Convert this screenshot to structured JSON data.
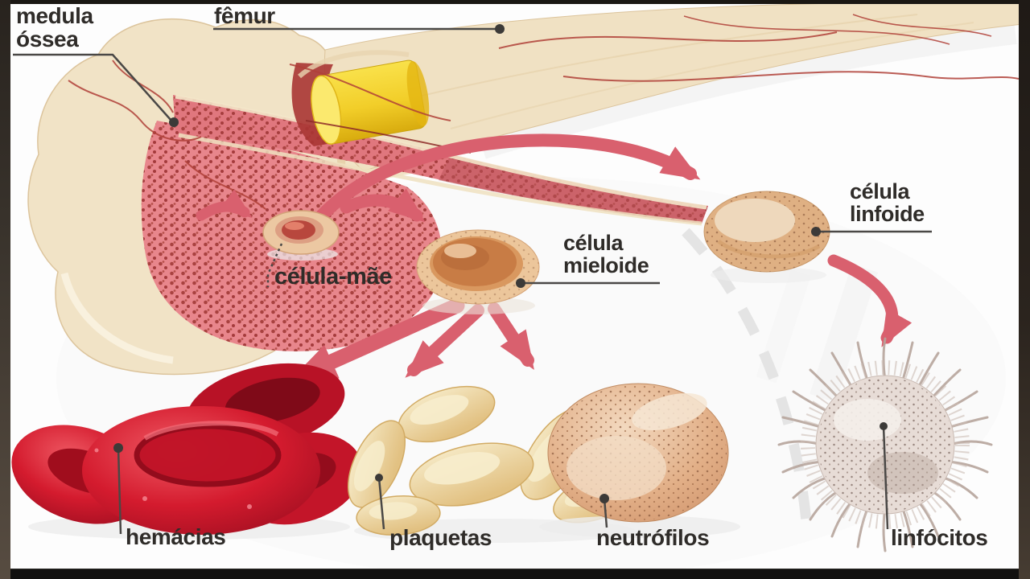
{
  "illustration": {
    "subject": "diagrama de hematopoiese na medula óssea do fêmur",
    "parts": [
      "femur-bone",
      "red-bone-marrow",
      "yellow-marrow-cylinder",
      "blood-vessels",
      "stem-cell",
      "myeloid-cell",
      "lymphoid-cell",
      "red-blood-cells",
      "platelets",
      "neutrophil",
      "lymphocyte",
      "lineage-dashed-divider",
      "flow-arrows"
    ]
  },
  "labels": {
    "medula_ossea_line1": "medula",
    "medula_ossea_line2": "óssea",
    "femur": "fêmur",
    "celula_mae": "célula-mãe",
    "celula_mieloide_line1": "célula",
    "celula_mieloide_line2": "mieloide",
    "celula_linfoide_line1": "célula",
    "celula_linfoide_line2": "linfoide",
    "hemacias": "hemácias",
    "plaquetas": "plaquetas",
    "neutrofilos": "neutrófilos",
    "linfocitos": "linfócitos"
  },
  "colors": {
    "canvas": "#fdfdfd",
    "label_text": "#2f2c29",
    "leader_line": "#4a4846",
    "arrow": "#d9606e",
    "bone": "#f1e3c6",
    "bone_edge": "#dcc49c",
    "marrow_pink": "#e8868c",
    "marrow_dot": "#a23a37",
    "yellow_marrow": "#f2ce29",
    "red_cell": "#d41b2e",
    "platelet": "#eedaa9",
    "neutrophil": "#e2af87",
    "lymphocyte_body": "#e7dcd6",
    "dashed_divider": "#e4e4e4",
    "frame_left": "#39332c",
    "frame_right": "#2b241e",
    "frame_top": "#1a1713",
    "frame_bottom": "#121110"
  }
}
